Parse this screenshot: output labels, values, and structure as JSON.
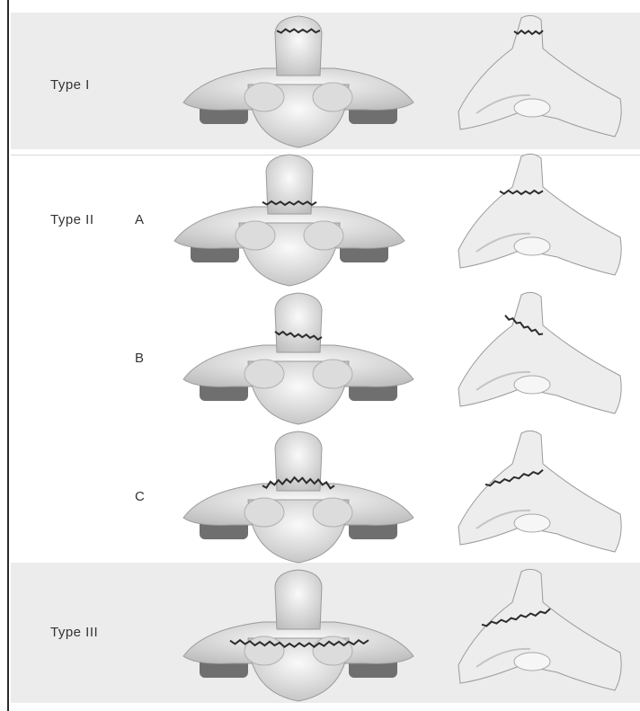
{
  "rows": [
    {
      "id": "type1",
      "label": "Type I",
      "sub": ""
    },
    {
      "id": "type2a",
      "label": "Type II",
      "sub": "A"
    },
    {
      "id": "type2b",
      "label": "",
      "sub": "B"
    },
    {
      "id": "type2c",
      "label": "",
      "sub": "C"
    },
    {
      "id": "type3",
      "label": "Type III",
      "sub": ""
    }
  ],
  "colors": {
    "bone": "#ededed",
    "bone_shadow": "#bdbdbd",
    "base_shadow": "#6f6f6f",
    "fracture": "#2b2b2b",
    "shaded_row": "#ececec"
  }
}
